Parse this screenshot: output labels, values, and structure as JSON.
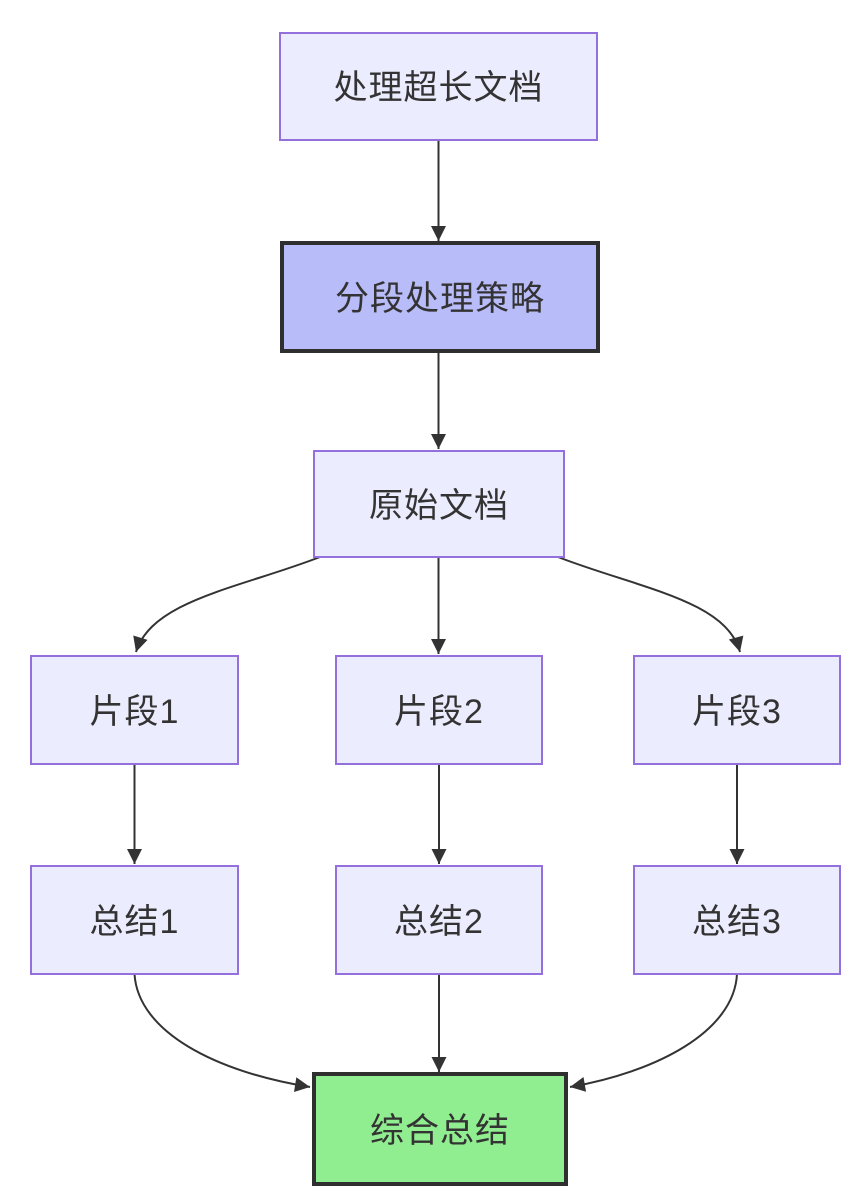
{
  "colors": {
    "background": "#ffffff",
    "node_fill": "#ECECFF",
    "node_border": "#9370DB",
    "strategy_fill": "#B8BCF8",
    "strategy_border": "#2F2F2F",
    "final_fill": "#90EE90",
    "final_border": "#2F2F2F",
    "edge": "#333333",
    "text": "#333333"
  },
  "nodes": {
    "task": {
      "label": "处理超长文档"
    },
    "strategy": {
      "label": "分段处理策略"
    },
    "original": {
      "label": "原始文档"
    },
    "seg1": {
      "label": "片段1"
    },
    "seg2": {
      "label": "片段2"
    },
    "seg3": {
      "label": "片段3"
    },
    "sum1": {
      "label": "总结1"
    },
    "sum2": {
      "label": "总结2"
    },
    "sum3": {
      "label": "总结3"
    },
    "final": {
      "label": "综合总结"
    }
  },
  "edges": [
    {
      "from": "处理超长文档",
      "to": "分段处理策略"
    },
    {
      "from": "分段处理策略",
      "to": "原始文档"
    },
    {
      "from": "原始文档",
      "to": "片段1"
    },
    {
      "from": "原始文档",
      "to": "片段2"
    },
    {
      "from": "原始文档",
      "to": "片段3"
    },
    {
      "from": "片段1",
      "to": "总结1"
    },
    {
      "from": "片段2",
      "to": "总结2"
    },
    {
      "from": "片段3",
      "to": "总结3"
    },
    {
      "from": "总结1",
      "to": "综合总结"
    },
    {
      "from": "总结2",
      "to": "综合总结"
    },
    {
      "from": "总结3",
      "to": "综合总结"
    }
  ]
}
